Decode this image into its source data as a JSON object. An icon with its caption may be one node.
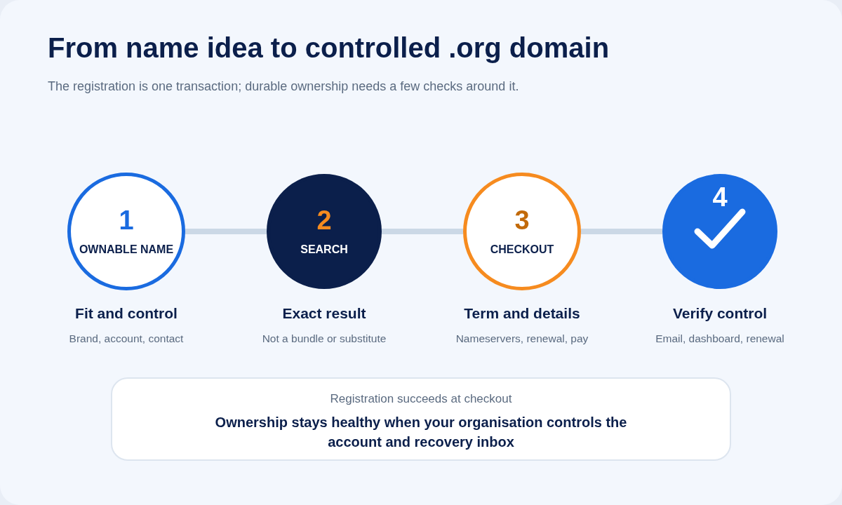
{
  "diagram": {
    "title": "From name idea to controlled .org domain",
    "caption": "The registration is one transaction; durable ownership needs a few checks around it.",
    "nodes": [
      {
        "text": [
          "1",
          "OWNABLE NAME"
        ],
        "beside": [
          "Fit and control",
          "Brand, account, contact"
        ]
      },
      {
        "text": [
          "2",
          "SEARCH"
        ],
        "beside": [
          "Exact result",
          "Not a bundle or substitute"
        ]
      },
      {
        "text": [
          "3",
          "CHECKOUT"
        ],
        "beside": [
          "Term and details",
          "Nameservers, renewal, pay"
        ]
      },
      {
        "text": [
          "4"
        ],
        "beside": [
          "Verify control",
          "Email, dashboard, renewal"
        ]
      },
      {
        "text": [
          "Registration succeeds at checkout",
          "Ownership stays healthy when your organisation controls the account and recovery inbox"
        ]
      }
    ],
    "edges": [
      {
        "from": 0,
        "to": 1,
        "arrow": "none"
      },
      {
        "from": 1,
        "to": 2,
        "arrow": "none"
      },
      {
        "from": 2,
        "to": 3,
        "arrow": "none"
      }
    ]
  }
}
